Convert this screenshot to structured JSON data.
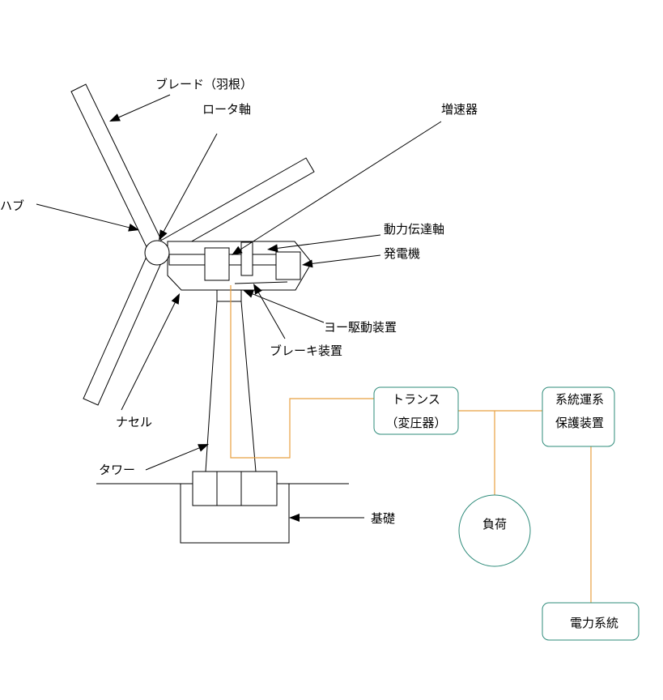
{
  "colors": {
    "line": "#000000",
    "wire": "#e8a040",
    "box_border": "#2e8b7a",
    "background": "#ffffff"
  },
  "labels": {
    "blade": "ブレード（羽根）",
    "rotor_shaft": "ロータ軸",
    "gearbox": "増速器",
    "hub": "ハブ",
    "drive_shaft": "動力伝達軸",
    "generator": "発電機",
    "yaw_drive": "ヨー駆動装置",
    "brake": "ブレーキ装置",
    "nacelle": "ナセル",
    "tower": "タワー",
    "foundation": "基礎"
  },
  "boxes": {
    "transformer": {
      "line1": "トランス",
      "line2": "（変圧器）"
    },
    "protection": {
      "line1": "系統運系",
      "line2": "保護装置"
    },
    "load": "負荷",
    "grid": "電力系統"
  }
}
